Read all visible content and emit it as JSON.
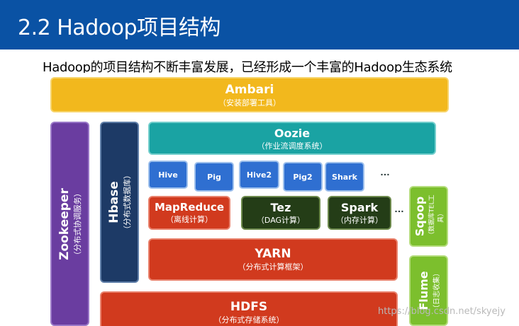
{
  "header": {
    "title": "2.2 Hadoop项目结构",
    "bg_color": "#0a52a4"
  },
  "subtitle": "Hadoop的项目结构不断丰富发展，已经形成一个丰富的Hadoop生态系统",
  "diagram": {
    "ambari": {
      "name": "Ambari",
      "desc": "（安装部署工具）"
    },
    "zookeeper": {
      "name": "Zookeeper",
      "desc": "（分布式协调服务）"
    },
    "hbase": {
      "name": "Hbase",
      "desc": "（分布式数据库）"
    },
    "oozie": {
      "name": "Oozie",
      "desc": "（作业流调度系统）"
    },
    "tools": [
      "Hive",
      "Pig",
      "Hive2",
      "Pig2",
      "Shark"
    ],
    "tools_more": "…",
    "engines": [
      {
        "name": "MapReduce",
        "desc": "（离线计算）"
      },
      {
        "name": "Tez",
        "desc": "（DAG计算）"
      },
      {
        "name": "Spark",
        "desc": "（内存计算）"
      }
    ],
    "engines_more": "…",
    "yarn": {
      "name": "YARN",
      "desc": "（分布式计算框架）"
    },
    "hdfs": {
      "name": "HDFS",
      "desc": "（分布式存储系统）"
    },
    "sqoop": {
      "name": "Sqoop",
      "desc": "（数据库TEL工具）"
    },
    "flume": {
      "name": "Flume",
      "desc": "（日志收集）"
    }
  },
  "watermark": "https://blog.csdn.net/skyejy"
}
